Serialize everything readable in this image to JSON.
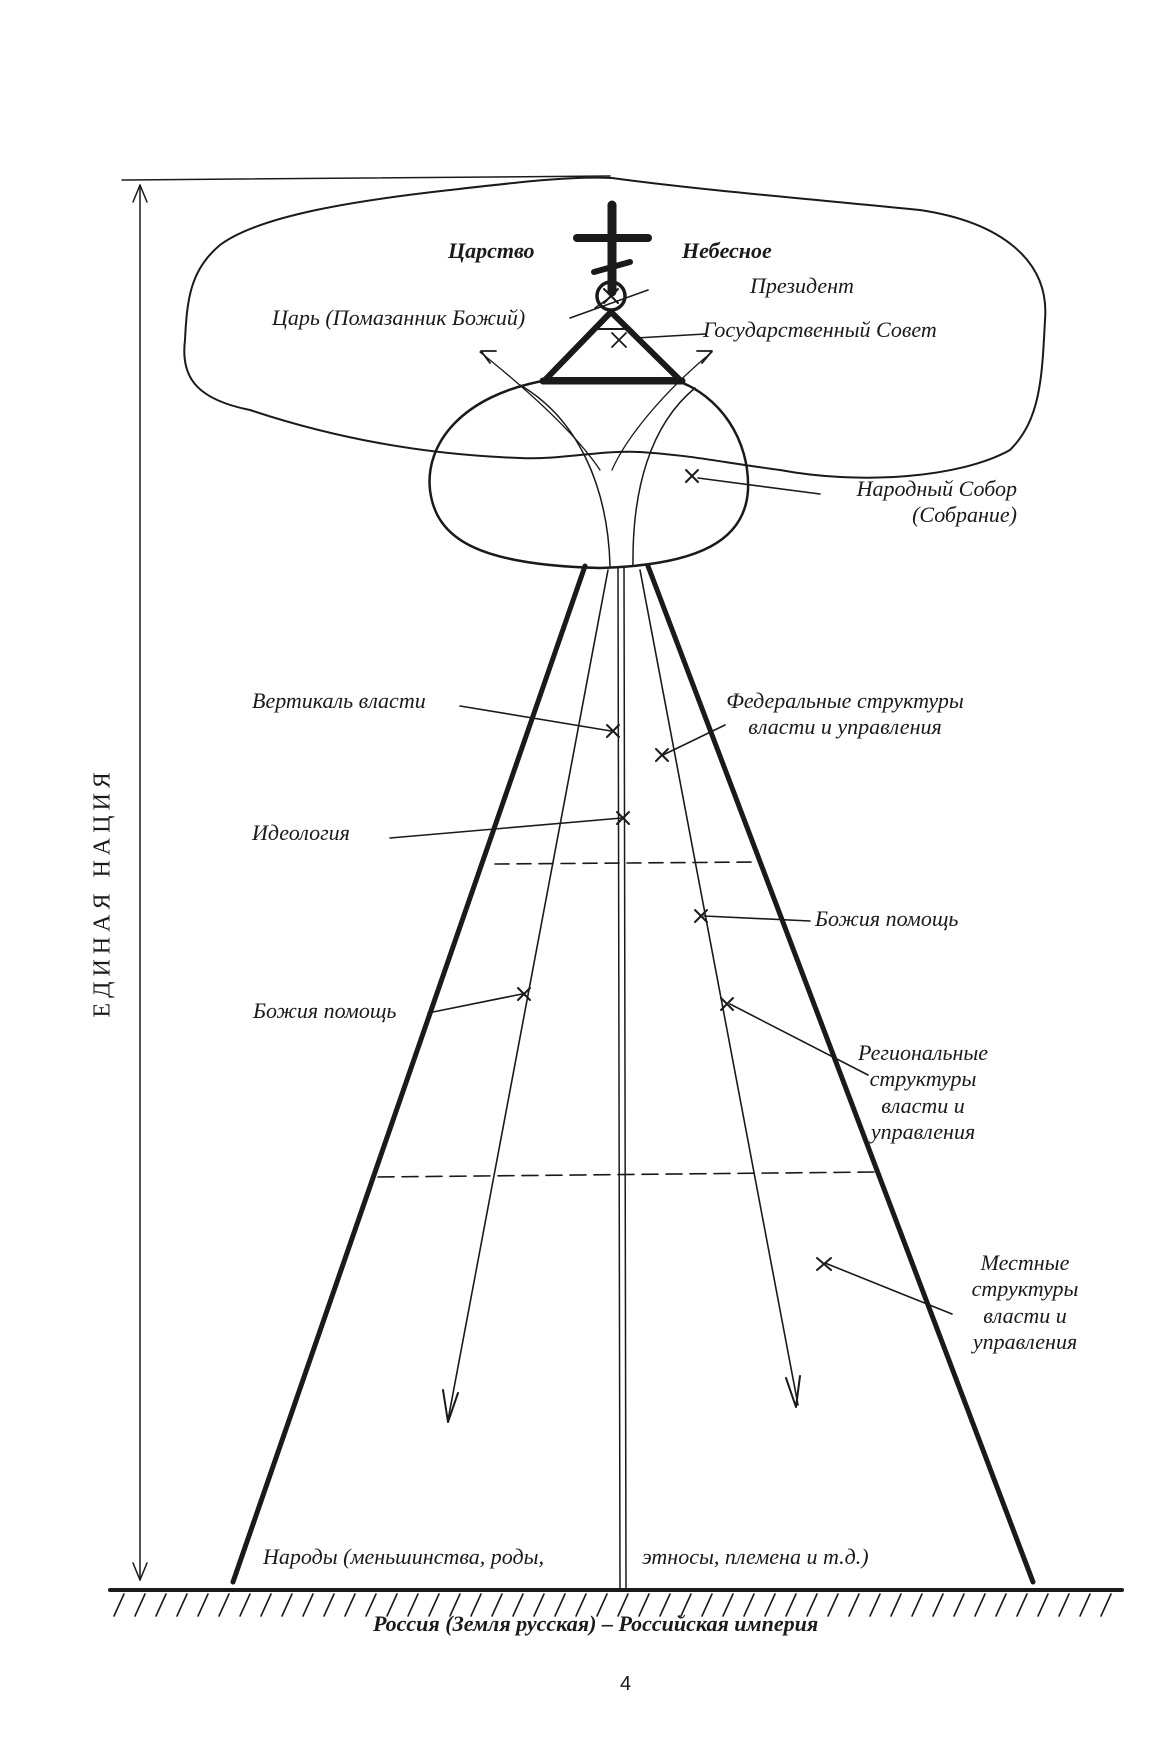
{
  "diagram": {
    "heaven_left": "Царство",
    "heaven_right": "Небесное",
    "president": "Президент",
    "tsar": "Царь (Помазанник Божий)",
    "state_council": "Государственный Совет",
    "sobor_line1": "Народный Собор",
    "sobor_line2": "(Собрание)",
    "vertical_power": "Вертикаль власти",
    "federal_line1": "Федеральные структуры",
    "federal_line2": "власти и управления",
    "ideology": "Идеология",
    "gods_help_right": "Божия помощь",
    "gods_help_left": "Божия помощь",
    "regional_line1": "Региональные",
    "regional_line2": "структуры",
    "regional_line3": "власти и",
    "regional_line4": "управления",
    "local_line1": "Местные",
    "local_line2": "структуры",
    "local_line3": "власти и",
    "local_line4": "управления",
    "peoples_left": "Народы (меньшинства,   роды,",
    "peoples_right": "этносы,   племена   и   т.д.)",
    "ground": "Россия (Земля русская) – Российская империя",
    "unified_nation": "ЕДИНАЯ НАЦИЯ",
    "page_number": "4"
  }
}
